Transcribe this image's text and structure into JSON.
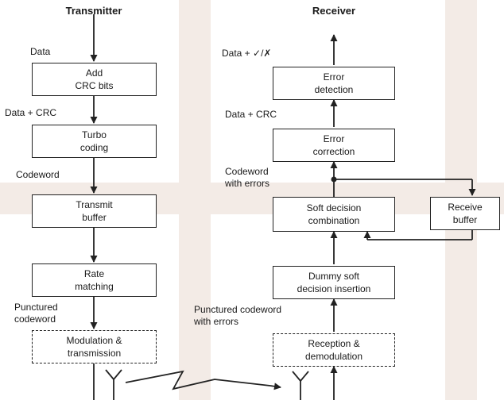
{
  "colors": {
    "stroke": "#222222",
    "watermark": "#f3ebe6"
  },
  "transmitter": {
    "title": "Transmitter",
    "blocks": [
      {
        "line1": "Add",
        "line2": "CRC bits"
      },
      {
        "line1": "Turbo",
        "line2": "coding"
      },
      {
        "line1": "Transmit",
        "line2": "buffer"
      },
      {
        "line1": "Rate",
        "line2": "matching"
      },
      {
        "line1": "Modulation &",
        "line2": "transmission"
      }
    ],
    "labels": {
      "data": "Data",
      "data_crc": "Data + CRC",
      "codeword": "Codeword",
      "punctured_line1": "Punctured",
      "punctured_line2": "codeword"
    }
  },
  "receiver": {
    "title": "Receiver",
    "blocks": [
      {
        "line1": "Error",
        "line2": "detection"
      },
      {
        "line1": "Error",
        "line2": "correction"
      },
      {
        "line1": "Soft decision",
        "line2": "combination"
      },
      {
        "line1": "Receive",
        "line2": "buffer"
      },
      {
        "line1": "Dummy soft",
        "line2": "decision insertion"
      },
      {
        "line1": "Reception &",
        "line2": "demodulation"
      }
    ],
    "labels": {
      "data_result": "Data + ✓/✗",
      "data_crc": "Data + CRC",
      "codeword_errors_line1": "Codeword",
      "codeword_errors_line2": "with errors",
      "punctured_errors_line1": "Punctured codeword",
      "punctured_errors_line2": "with errors"
    }
  }
}
